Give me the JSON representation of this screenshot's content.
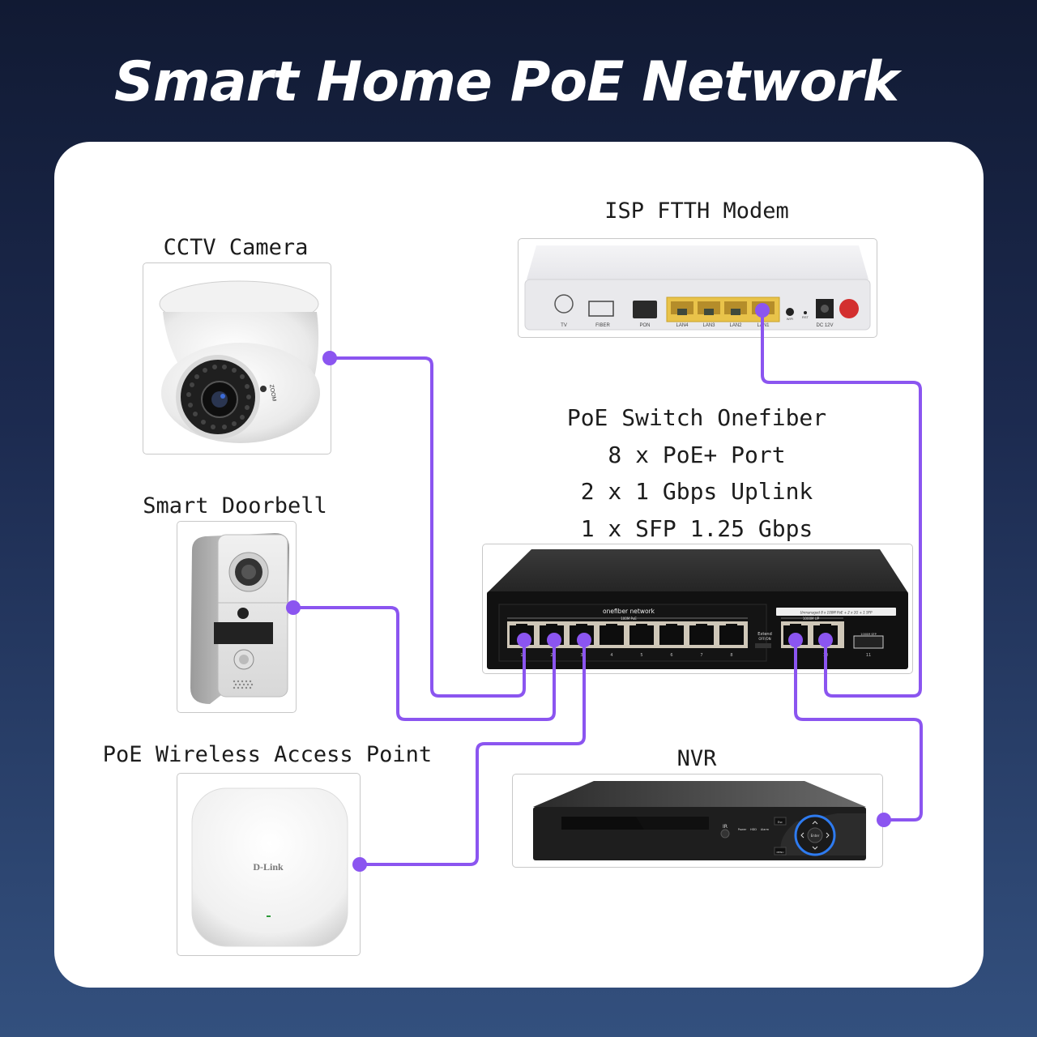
{
  "title": "Smart Home PoE Network",
  "colors": {
    "wire": "#8b55f0",
    "card": "#ffffff",
    "bg_top": "#111a33",
    "bg_bottom": "#33507e"
  },
  "devices": {
    "modem": {
      "label": "ISP FTTH Modem",
      "ports": [
        "TV",
        "FIBER",
        "PON",
        "LAN4",
        "LAN3",
        "LAN2",
        "LAN1",
        "WIFI",
        "RST",
        "DC 12V"
      ]
    },
    "camera": {
      "label": "CCTV Camera",
      "badge": "ZOOM"
    },
    "doorbell": {
      "label": "Smart Doorbell"
    },
    "ap": {
      "label": "PoE Wireless Access Point",
      "brand": "D-Link"
    },
    "switch": {
      "spec_lines": [
        "PoE Switch Onefiber",
        "8 x PoE+ Port",
        "2 x 1 Gbps Uplink",
        "1 x SFP 1.25 Gbps"
      ],
      "brand": "onefiber network",
      "poe_group": "100M PoE",
      "uplink_group": "1000M UP",
      "sfp_group": "1000M SFP",
      "model_text": "Unmanaged 8 x 100M PoE + 2 x 1G + 1 SFP",
      "extend": "Extend",
      "extend_state": "OFF/ON",
      "port_numbers": [
        "1",
        "2",
        "3",
        "4",
        "5",
        "6",
        "7",
        "8",
        "9",
        "10",
        "11"
      ]
    },
    "nvr": {
      "label": "NVR",
      "ir": "IR",
      "leds": [
        "Power",
        "HDD",
        "Alarm"
      ],
      "buttons": {
        "esc": "Esc",
        "menu": "MENU",
        "enter": "Enter"
      }
    }
  },
  "connections": [
    {
      "from": "switch-port-1",
      "to": "cctv-camera"
    },
    {
      "from": "switch-port-2",
      "to": "smart-doorbell"
    },
    {
      "from": "switch-port-3",
      "to": "wireless-access-point"
    },
    {
      "from": "switch-port-9",
      "to": "nvr"
    },
    {
      "from": "switch-port-10",
      "to": "modem-lan1"
    }
  ]
}
